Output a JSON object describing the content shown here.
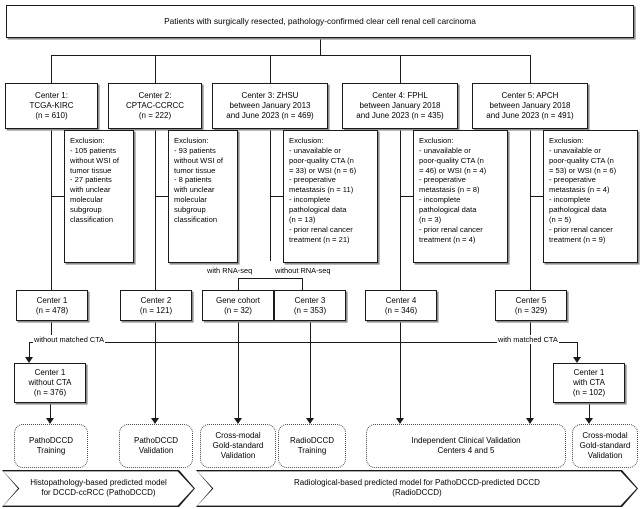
{
  "title": "Patient selection flowchart for PathoDCCD and RadioDCCD model development",
  "top": {
    "label": "Patients with surgically resected, pathology-confirmed clear cell renal cell carcinoma"
  },
  "centers": [
    {
      "id": "center-1",
      "label": "Center 1:\nTCGA-KIRC\n(n = 610)"
    },
    {
      "id": "center-2",
      "label": "Center 2:\nCPTAC-CCRCC\n(n = 222)"
    },
    {
      "id": "center-3",
      "label": "Center 3: ZHSU\nbetween January 2013\nand June 2023 (n = 469)"
    },
    {
      "id": "center-4",
      "label": "Center 4: FPHL\nbetween January 2018\nand June 2023 (n = 435)"
    },
    {
      "id": "center-5",
      "label": "Center 5: APCH\nbetween January 2018\nand June 2023 (n = 491)"
    }
  ],
  "exclusions": [
    {
      "id": "exclusion-center-1",
      "label": "Exclusion:\n- 105 patients\nwithout WSI of\ntumor tissue\n- 27 patients\nwith unclear\nmolecular\nsubgroup\nclassification"
    },
    {
      "id": "exclusion-center-2",
      "label": "Exclusion:\n- 93 patients\nwithout WSI of\ntumor tissue\n- 8 patients\nwith unclear\nmolecular\nsubgroup\nclassification"
    },
    {
      "id": "exclusion-center-3",
      "label": "Exclusion:\n- unavailable or\npoor-quality CTA (n\n= 33) or WSI (n = 6)\n- preoperative\nmetastasis (n = 11)\n- incomplete\npathological data\n(n = 13)\n- prior renal cancer\ntreatment (n = 21)"
    },
    {
      "id": "exclusion-center-4",
      "label": "Exclusion:\n- unavailable or\npoor-quality CTA (n\n= 46) or WSI (n = 4)\n- preoperative\nmetastasis (n = 8)\n- incomplete\npathological data\n(n = 3)\n- prior renal cancer\ntreatment (n = 4)"
    },
    {
      "id": "exclusion-center-5",
      "label": "Exclusion:\n- unavailable or\npoor-quality CTA (n\n= 53) or WSI (n = 6)\n- preoperative\nmetastasis (n = 4)\n- incomplete\npathological data\n(n = 5)\n- prior renal cancer\ntreatment (n = 9)"
    }
  ],
  "cohorts": [
    {
      "id": "cohort-center-1",
      "label": "Center 1\n(n = 478)"
    },
    {
      "id": "cohort-center-2",
      "label": "Center 2\n(n = 121)"
    },
    {
      "id": "cohort-gene",
      "label": "Gene cohort\n(n = 32)"
    },
    {
      "id": "cohort-center-3",
      "label": "Center 3\n(n = 353)"
    },
    {
      "id": "cohort-center-4",
      "label": "Center 4\n(n = 346)"
    },
    {
      "id": "cohort-center-5",
      "label": "Center 5\n(n = 329)"
    }
  ],
  "edge_labels": {
    "with_rna_seq": "with RNA-seq",
    "without_rna_seq": "without RNA-seq",
    "without_matched_cta": "without matched CTA",
    "with_matched_cta": "with matched CTA"
  },
  "split_boxes": [
    {
      "id": "center-1-without-cta",
      "label": "Center 1\nwithout CTA\n(n = 376)"
    },
    {
      "id": "center-1-with-cta",
      "label": "Center 1\nwith CTA\n(n = 102)"
    }
  ],
  "outcomes": [
    {
      "id": "pathodccd-training",
      "label": "PathoDCCD\nTraining"
    },
    {
      "id": "pathodccd-validation",
      "label": "PathoDCCD\nValidation"
    },
    {
      "id": "cross-modal-gold-standard-validation-left",
      "label": "Cross-modal\nGold-standard\nValidation"
    },
    {
      "id": "radiodccd-training",
      "label": "RadioDCCD\nTraining"
    },
    {
      "id": "independent-clinical-validation",
      "label": "Independent Clinical Validation\nCenters 4 and 5"
    },
    {
      "id": "cross-modal-gold-standard-validation-right",
      "label": "Cross-modal\nGold-standard\nValidation"
    }
  ],
  "banners": [
    {
      "id": "banner-pathodccd",
      "label": "Histopathology-based predicted model\nfor DCCD-ccRCC (PathoDCCD)"
    },
    {
      "id": "banner-radiodccd",
      "label": "Radiological-based  predicted model for PathoDCCD-predicted DCCD\n(RadioDCCD)"
    }
  ],
  "colors": {
    "line": "#1a1a1a",
    "box_border": "#1a1a1a",
    "dotted_border": "#4d4d4d",
    "shadow": "#8d8d8d",
    "background": "#ffffff"
  }
}
